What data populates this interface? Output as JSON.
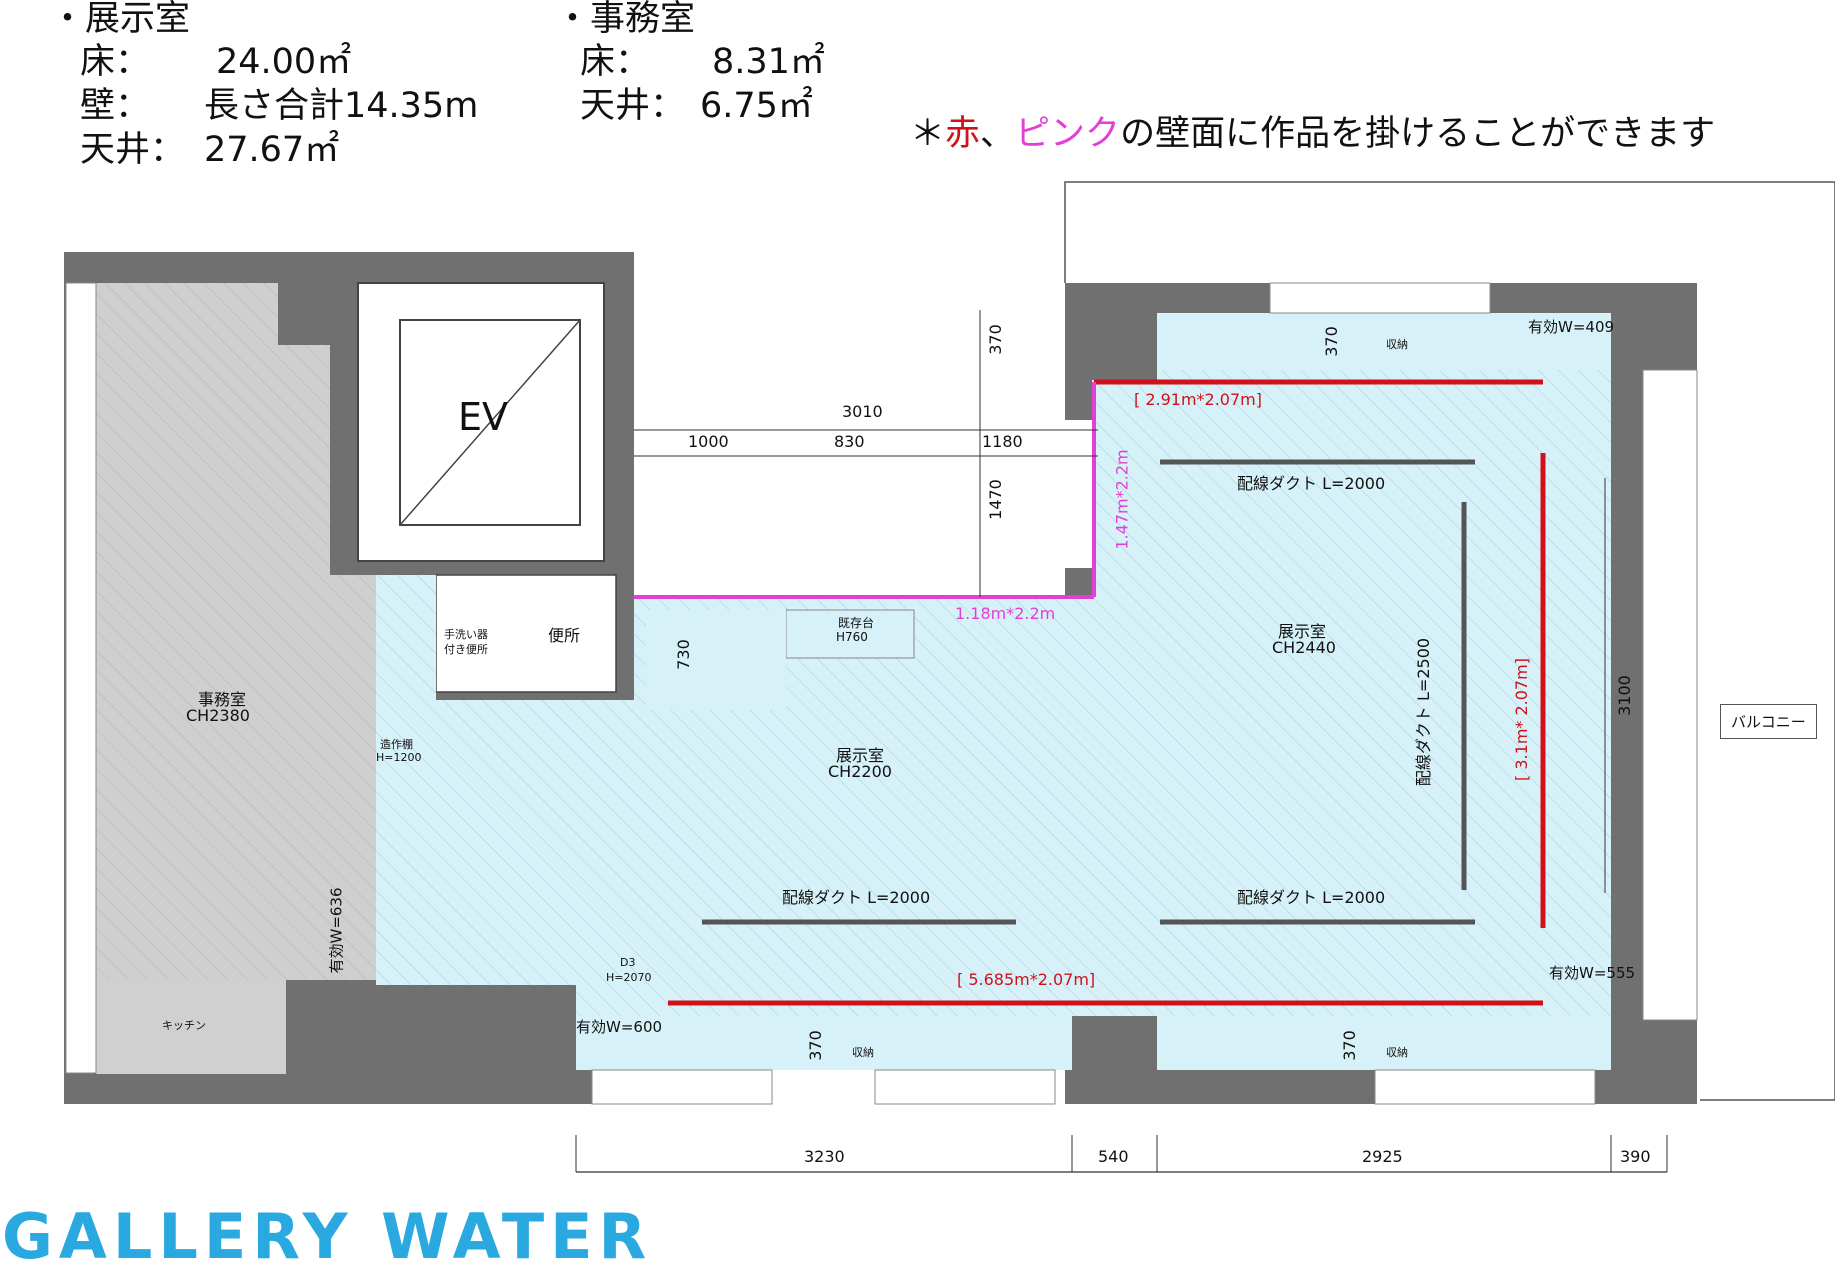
{
  "areas": {
    "exhibition": {
      "title": "・展示室",
      "floor_label": "床：",
      "floor_value": "24.00㎡",
      "wall_label": "壁：",
      "wall_value": "長さ合計14.35m",
      "ceiling_label": "天井：",
      "ceiling_value": "27.67㎡"
    },
    "office": {
      "title": "・事務室",
      "floor_label": "床：",
      "floor_value": "8.31㎡",
      "ceiling_label": "天井：",
      "ceiling_value": "6.75㎡"
    }
  },
  "note": {
    "prefix": "＊",
    "red": "赤",
    "sep": "、",
    "pink": "ピンク",
    "rest": "の壁面に作品を掛けることができます"
  },
  "colors": {
    "wall": "#707070",
    "office_floor": "#cfcfcf",
    "gallery_floor": "#d7f1f8",
    "hang_red": "#d0111b",
    "hang_pink": "#e23fd6",
    "logo": "#29a9e0"
  },
  "plan": {
    "ev": "EV",
    "office_room": "事務室",
    "office_ch": "CH2380",
    "gallery_room": "展示室",
    "gallery_ch_main": "CH2200",
    "gallery_ch_east": "CH2440",
    "toilet": "便所",
    "sink_toilet_line1": "手洗い器",
    "sink_toilet_line2": "付き便所",
    "existing_stand": "既存台",
    "existing_stand_h": "H760",
    "built_shelf": "造作棚",
    "built_shelf_h": "H=1200",
    "door": "D3",
    "door_h": "H=2070",
    "kitchen": "キッチン",
    "balcony": "バルコニー",
    "storage": "収納",
    "duct_top": "配線ダクト L=2000",
    "duct_left": "配線ダクト L=2000",
    "duct_right": "配線ダクト L=2000",
    "duct_vertical": "配線ダクト L=2500",
    "eff_w_409": "有効W=409",
    "eff_w_555": "有効W=555",
    "eff_w_600": "有効W=600",
    "eff_w_636": "有効W=636",
    "wall_red_top": "[ 2.91m*2.07m]",
    "wall_red_bottom": "[ 5.685m*2.07m]",
    "wall_red_right": "[ 3.1m* 2.07m]",
    "wall_pink_vertical": "1.47m*2.2m",
    "wall_pink_horizontal": "1.18m*2.2m"
  },
  "dims": {
    "d3010": "3010",
    "d1000": "1000",
    "d830": "830",
    "d1180": "1180",
    "d370_top": "370",
    "d1470": "1470",
    "d730": "730",
    "d370_storage_top": "370",
    "d3100": "3100",
    "d370_bl": "370",
    "d370_br": "370",
    "b3230": "3230",
    "b540": "540",
    "b2925": "2925",
    "b390": "390"
  },
  "logo": "GALLERY WATER"
}
